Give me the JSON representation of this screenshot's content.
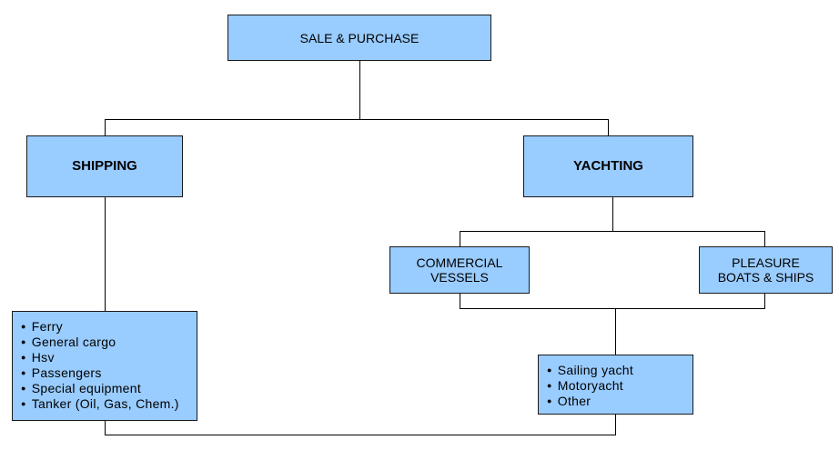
{
  "diagram": {
    "root": {
      "label": "SALE & PURCHASE"
    },
    "shipping": {
      "label": "SHIPPING",
      "items": [
        "Ferry",
        "General cargo",
        "Hsv",
        "Passengers",
        "Special equipment",
        "Tanker (Oil, Gas, Chem.)"
      ]
    },
    "yachting": {
      "label": "YACHTING",
      "commercial": {
        "line1": "COMMERCIAL",
        "line2": "VESSELS"
      },
      "pleasure": {
        "line1": "PLEASURE",
        "line2": "BOATS & SHIPS"
      },
      "items": [
        "Sailing yacht",
        "Motoryacht",
        "Other"
      ]
    }
  },
  "colors": {
    "box_fill": "#99ccff",
    "line": "#000000",
    "border": "#1a1a1a"
  }
}
